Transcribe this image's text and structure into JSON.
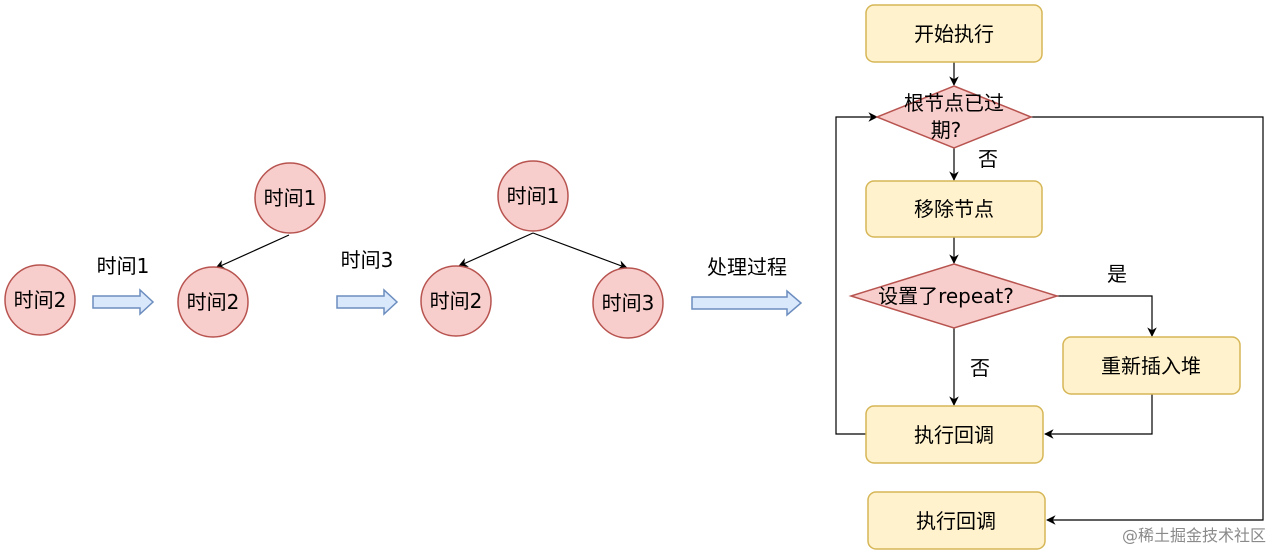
{
  "heap": {
    "stage1": {
      "node": "时间2"
    },
    "stage2": {
      "root": "时间1",
      "left": "时间2"
    },
    "stage3": {
      "root": "时间1",
      "left": "时间2",
      "right": "时间3"
    },
    "arrows": {
      "add_time1": "时间1",
      "add_time3": "时间3",
      "process": "处理过程"
    }
  },
  "flowchart": {
    "start": "开始执行",
    "check_expired_line1": "根节点已过",
    "check_expired_line2": "期?",
    "no_label_1": "否",
    "remove_node": "移除节点",
    "check_repeat": "设置了repeat?",
    "yes_label": "是",
    "reinsert": "重新插入堆",
    "no_label_2": "否",
    "exec_callback": "执行回调",
    "exec_callback_final": "执行回调"
  },
  "watermark": "@稀土掘金技术社区",
  "colors": {
    "circle_fill": "#f8cecc",
    "circle_stroke": "#b85450",
    "process_fill": "#fff2cc",
    "process_stroke": "#d6b656",
    "arrow_fill": "#dae8fc",
    "arrow_stroke": "#6c8ebf"
  }
}
